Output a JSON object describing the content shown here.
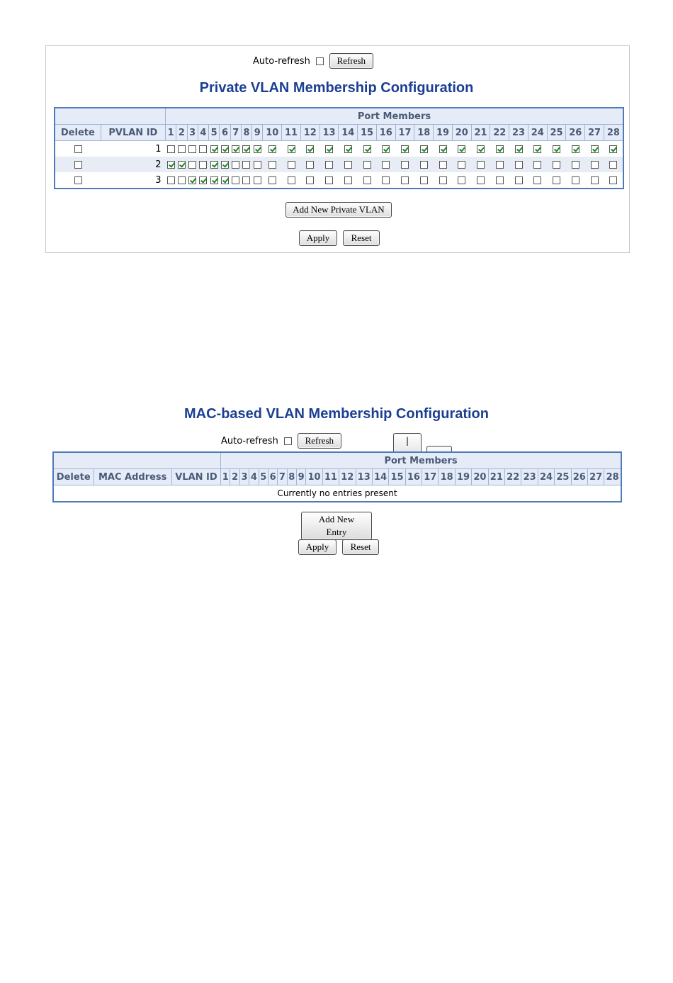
{
  "private_vlan": {
    "auto_refresh_label": "Auto-refresh",
    "refresh_label": "Refresh",
    "title": "Private VLAN Membership Configuration",
    "port_members_label": "Port Members",
    "col_delete": "Delete",
    "col_pvlan_id": "PVLAN ID",
    "ports": [
      "1",
      "2",
      "3",
      "4",
      "5",
      "6",
      "7",
      "8",
      "9",
      "10",
      "11",
      "12",
      "13",
      "14",
      "15",
      "16",
      "17",
      "18",
      "19",
      "20",
      "21",
      "22",
      "23",
      "24",
      "25",
      "26",
      "27",
      "28"
    ],
    "rows": [
      {
        "id": "1",
        "members": [
          0,
          0,
          0,
          0,
          1,
          1,
          1,
          1,
          1,
          1,
          1,
          1,
          1,
          1,
          1,
          1,
          1,
          1,
          1,
          1,
          1,
          1,
          1,
          1,
          1,
          1,
          1,
          1
        ]
      },
      {
        "id": "2",
        "members": [
          1,
          1,
          0,
          0,
          1,
          1,
          0,
          0,
          0,
          0,
          0,
          0,
          0,
          0,
          0,
          0,
          0,
          0,
          0,
          0,
          0,
          0,
          0,
          0,
          0,
          0,
          0,
          0
        ]
      },
      {
        "id": "3",
        "members": [
          0,
          0,
          1,
          1,
          1,
          1,
          0,
          0,
          0,
          0,
          0,
          0,
          0,
          0,
          0,
          0,
          0,
          0,
          0,
          0,
          0,
          0,
          0,
          0,
          0,
          0,
          0,
          0
        ]
      }
    ],
    "add_label": "Add New Private VLAN",
    "apply_label": "Apply",
    "reset_label": "Reset"
  },
  "mac_vlan": {
    "title": "MAC-based VLAN Membership Configuration",
    "auto_refresh_label": "Auto-refresh",
    "refresh_label": "Refresh",
    "prev_label": "|<<",
    "next_label": ">>",
    "port_members_label": "Port Members",
    "col_delete": "Delete",
    "col_mac": "MAC Address",
    "col_vlan_id": "VLAN ID",
    "ports": [
      "1",
      "2",
      "3",
      "4",
      "5",
      "6",
      "7",
      "8",
      "9",
      "10",
      "11",
      "12",
      "13",
      "14",
      "15",
      "16",
      "17",
      "18",
      "19",
      "20",
      "21",
      "22",
      "23",
      "24",
      "25",
      "26",
      "27",
      "28"
    ],
    "empty_message": "Currently no entries present",
    "add_label": "Add New Entry",
    "apply_label": "Apply",
    "reset_label": "Reset"
  }
}
